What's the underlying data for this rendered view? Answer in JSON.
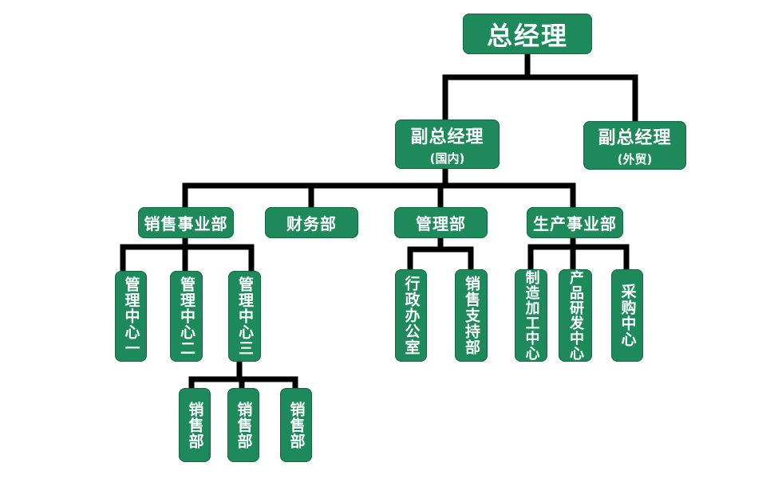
{
  "org": {
    "ceo": "总经理",
    "vp_domestic": {
      "title": "副总经理",
      "note": "(国内)"
    },
    "vp_foreign": {
      "title": "副总经理",
      "note": "(外贸)"
    },
    "departments": {
      "sales": "销售事业部",
      "finance": "财务部",
      "management": "管理部",
      "production": "生产事业部"
    },
    "sales_units": [
      "管理中心一",
      "管理中心二",
      "管理中心三"
    ],
    "sales_depts": [
      "销售部",
      "销售部",
      "销售部"
    ],
    "management_units": [
      "行政办公室",
      "销售支持部"
    ],
    "production_units": [
      "制造加工中心",
      "产品研发中心",
      "采购中心"
    ]
  },
  "colors": {
    "node": "#1e8a5b",
    "line": "#000000",
    "text": "#ffffff"
  }
}
